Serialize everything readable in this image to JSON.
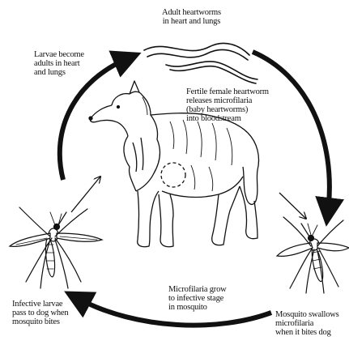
{
  "colors": {
    "ink": "#111111",
    "background": "#ffffff"
  },
  "labels": {
    "adult_heartworms": "Adult heartworms\nin heart and lungs",
    "larvae_become_adults": "Larvae become\nadults in heart\nand lungs",
    "fertile_female": "Fertile female heartworm\nreleases microfilaria\n(baby heartworms)\ninto bloodstream",
    "microfilaria_grow": "Microfilaria grow\nto infective stage\nin mosquito",
    "infective_larvae": "Infective larvae\npass to dog when\nmosquito bites",
    "mosquito_swallows": "Mosquito swallows\nmicrofilaria\nwhen it bites dog"
  }
}
